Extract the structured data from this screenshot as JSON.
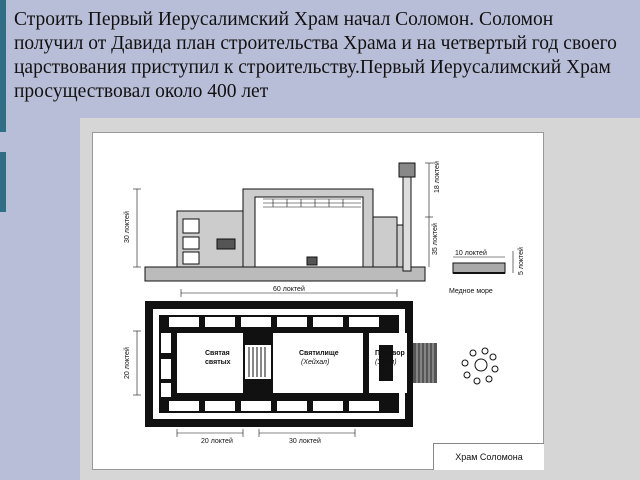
{
  "slide": {
    "text": "Строить Первый Иерусалимский Храм начал Соломон. Соломон получил от Давида план строительства Храма и на четвертый год своего царствования приступил к строительству.Первый Иерусалимский Храм просуществовал около 400 лет"
  },
  "diagram": {
    "labels": {
      "h30": "30 локтей",
      "h18": "18 локтей",
      "h35": "35 локтей",
      "w10": "10 локтей",
      "h5": "5 локтей",
      "sea": "Медное море",
      "w60": "60 локтей",
      "w20": "20 локтей",
      "d20": "20 локтей",
      "d30": "30 локтей",
      "holy1": "Святая",
      "holy2": "святых",
      "sanct1": "Святилище",
      "sanct2": "(Хейхал)",
      "porch1": "Притвор",
      "porch2": "(Улам)"
    },
    "caption": "Храм Соломона"
  },
  "colors": {
    "background": "#b9bed8",
    "accent": "#2f6f86"
  }
}
